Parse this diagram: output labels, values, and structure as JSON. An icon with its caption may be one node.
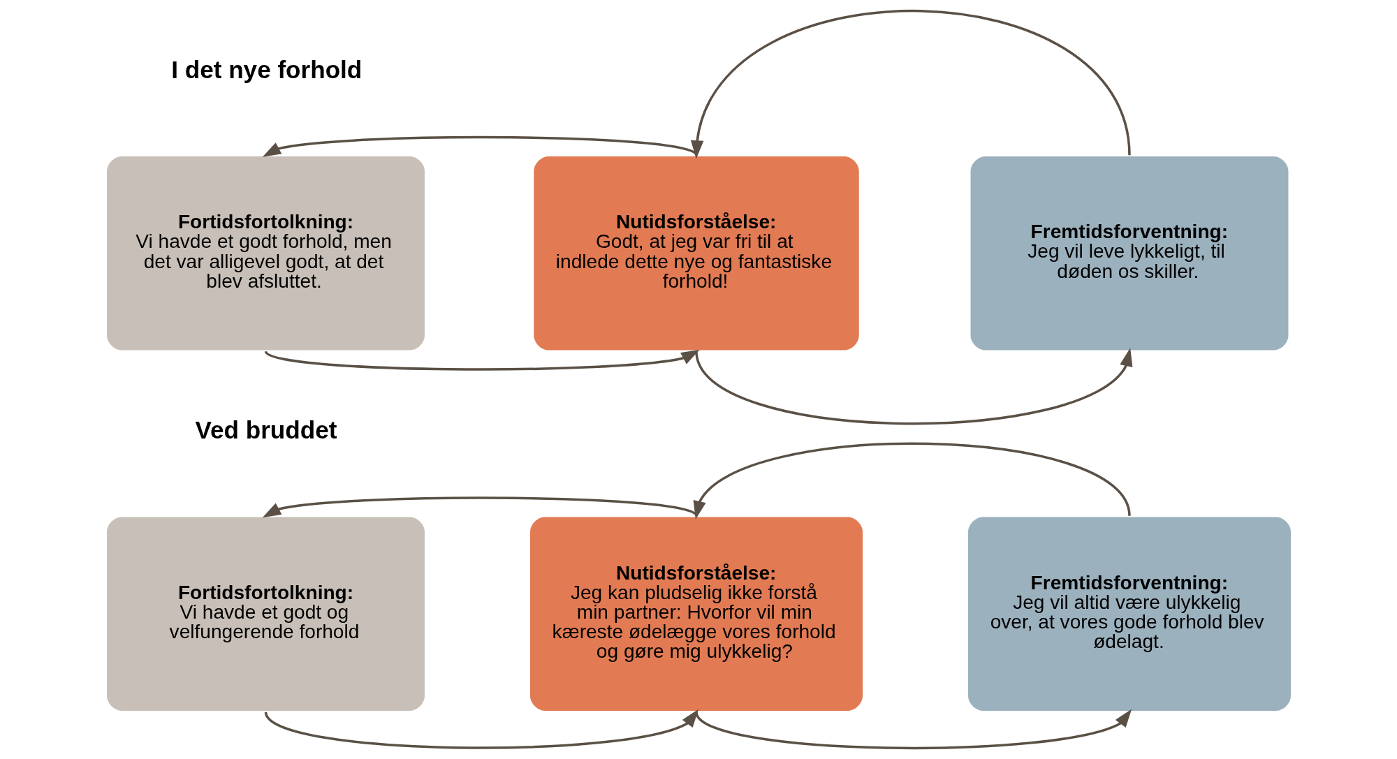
{
  "diagram": {
    "nodes": [
      {
        "text": [
          "Fortidsfortolkning:",
          "Vi havde et godt og velfungerende forhold"
        ]
      },
      {
        "text": [
          "Nutidsforståelse:",
          "Jeg kan pludselig ikke forstå min partner: Hvorfor vil min kæreste ødelægge vores forhold og gøre mig ulykkelig?"
        ]
      },
      {
        "text": [
          "Fremtidsforventning:",
          "Jeg vil altid være ulykkelig over, at vores gode forhold blev ødelagt."
        ]
      },
      {
        "text": [
          "Fortidsfortolkning:",
          "Vi havde et godt forhold, men det var alligevel godt, at det blev afsluttet."
        ]
      },
      {
        "text": [
          "Nutidsforståelse:",
          "Godt, at jeg var fri til at indlede dette nye og fantastiske forhold!"
        ]
      },
      {
        "text": [
          "Fremtidsforventning:",
          "Jeg vil leve lykkeligt, til døden os skiller."
        ]
      }
    ],
    "edges": [
      {
        "from": 0,
        "to": 1,
        "arrow": "to"
      },
      {
        "from": 1,
        "to": 0,
        "arrow": "to"
      },
      {
        "from": 1,
        "to": 2,
        "arrow": "to"
      },
      {
        "from": 2,
        "to": 1,
        "arrow": "to"
      },
      {
        "from": 3,
        "to": 4,
        "arrow": "to"
      },
      {
        "from": 4,
        "to": 3,
        "arrow": "to"
      },
      {
        "from": 4,
        "to": 5,
        "arrow": "to"
      },
      {
        "from": 5,
        "to": 4,
        "arrow": "to"
      }
    ],
    "labels": [
      "Ved bruddet",
      "I det nye forhold"
    ]
  }
}
